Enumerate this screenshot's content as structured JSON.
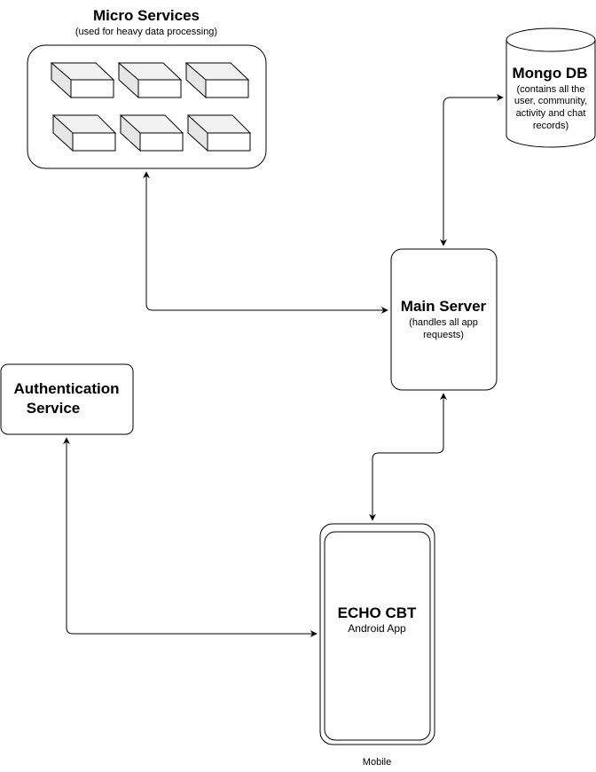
{
  "micro_services": {
    "title": "Micro Services",
    "subtitle": "(used for heavy data processing)"
  },
  "mongo_db": {
    "title": "Mongo DB",
    "description_lines": [
      "(contains all the",
      "user, community,",
      "activity and chat",
      "records)"
    ]
  },
  "main_server": {
    "title": "Main Server",
    "description_lines": [
      "(handles all app",
      "requests)"
    ]
  },
  "auth_service": {
    "title_lines": [
      "Authentication",
      "Service"
    ]
  },
  "mobile_app": {
    "title": "ECHO CBT",
    "subtitle": "Android App",
    "device_label": "Mobile"
  },
  "colors": {
    "stroke": "#000000",
    "background": "#ffffff",
    "block_side": "#e6e6e6"
  }
}
